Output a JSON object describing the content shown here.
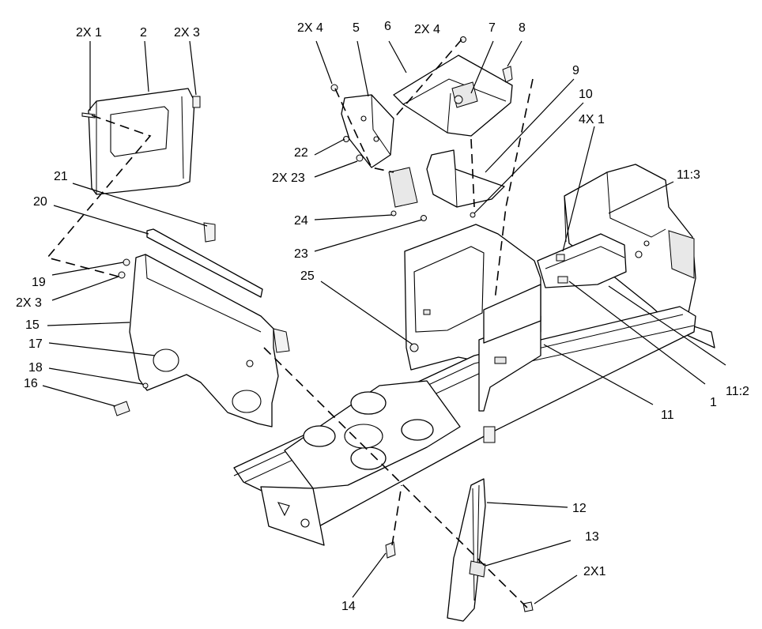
{
  "callouts": {
    "c_2x1_top": "2X 1",
    "c_2": "2",
    "c_2x3_top": "2X 3",
    "c_2x4_left": "2X 4",
    "c_5": "5",
    "c_6": "6",
    "c_2x4_right": "2X 4",
    "c_7": "7",
    "c_8": "8",
    "c_9": "9",
    "c_10": "10",
    "c_4x1": "4X 1",
    "c_11_3": "11:3",
    "c_22": "22",
    "c_2x23": "2X 23",
    "c_21": "21",
    "c_20": "20",
    "c_24": "24",
    "c_23": "23",
    "c_25": "25",
    "c_19": "19",
    "c_2x3_left": "2X 3",
    "c_15": "15",
    "c_17": "17",
    "c_18": "18",
    "c_16": "16",
    "c_11": "11",
    "c_1": "1",
    "c_11_2": "11:2",
    "c_12": "12",
    "c_13": "13",
    "c_2x1_bottom": "2X1",
    "c_14": "14"
  }
}
